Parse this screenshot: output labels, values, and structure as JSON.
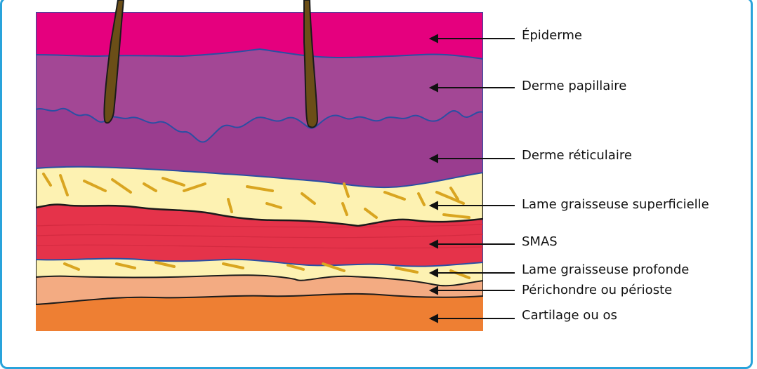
{
  "layers": [
    {
      "label": "Épiderme",
      "color": "#e5007e"
    },
    {
      "label": "Derme papillaire",
      "color": "#a34795"
    },
    {
      "label": "Derme réticulaire",
      "color": "#9a3d8f"
    },
    {
      "label": "Lame graisseuse superficielle",
      "color": "#fdf2b2"
    },
    {
      "label": "SMAS",
      "color": "#e5334a"
    },
    {
      "label": "Lame graisseuse profonde",
      "color": "#fdf2b2"
    },
    {
      "label": "Périchondre ou périoste",
      "color": "#f3ab82"
    },
    {
      "label": "Cartilage ou os",
      "color": "#ee7f33"
    }
  ],
  "colors": {
    "frame": "#29a3db",
    "hair": "#6b4e17",
    "fat_strands": "#d9a520",
    "outline": "#1b1b1b",
    "boundary_blue": "#2a4fa3"
  }
}
